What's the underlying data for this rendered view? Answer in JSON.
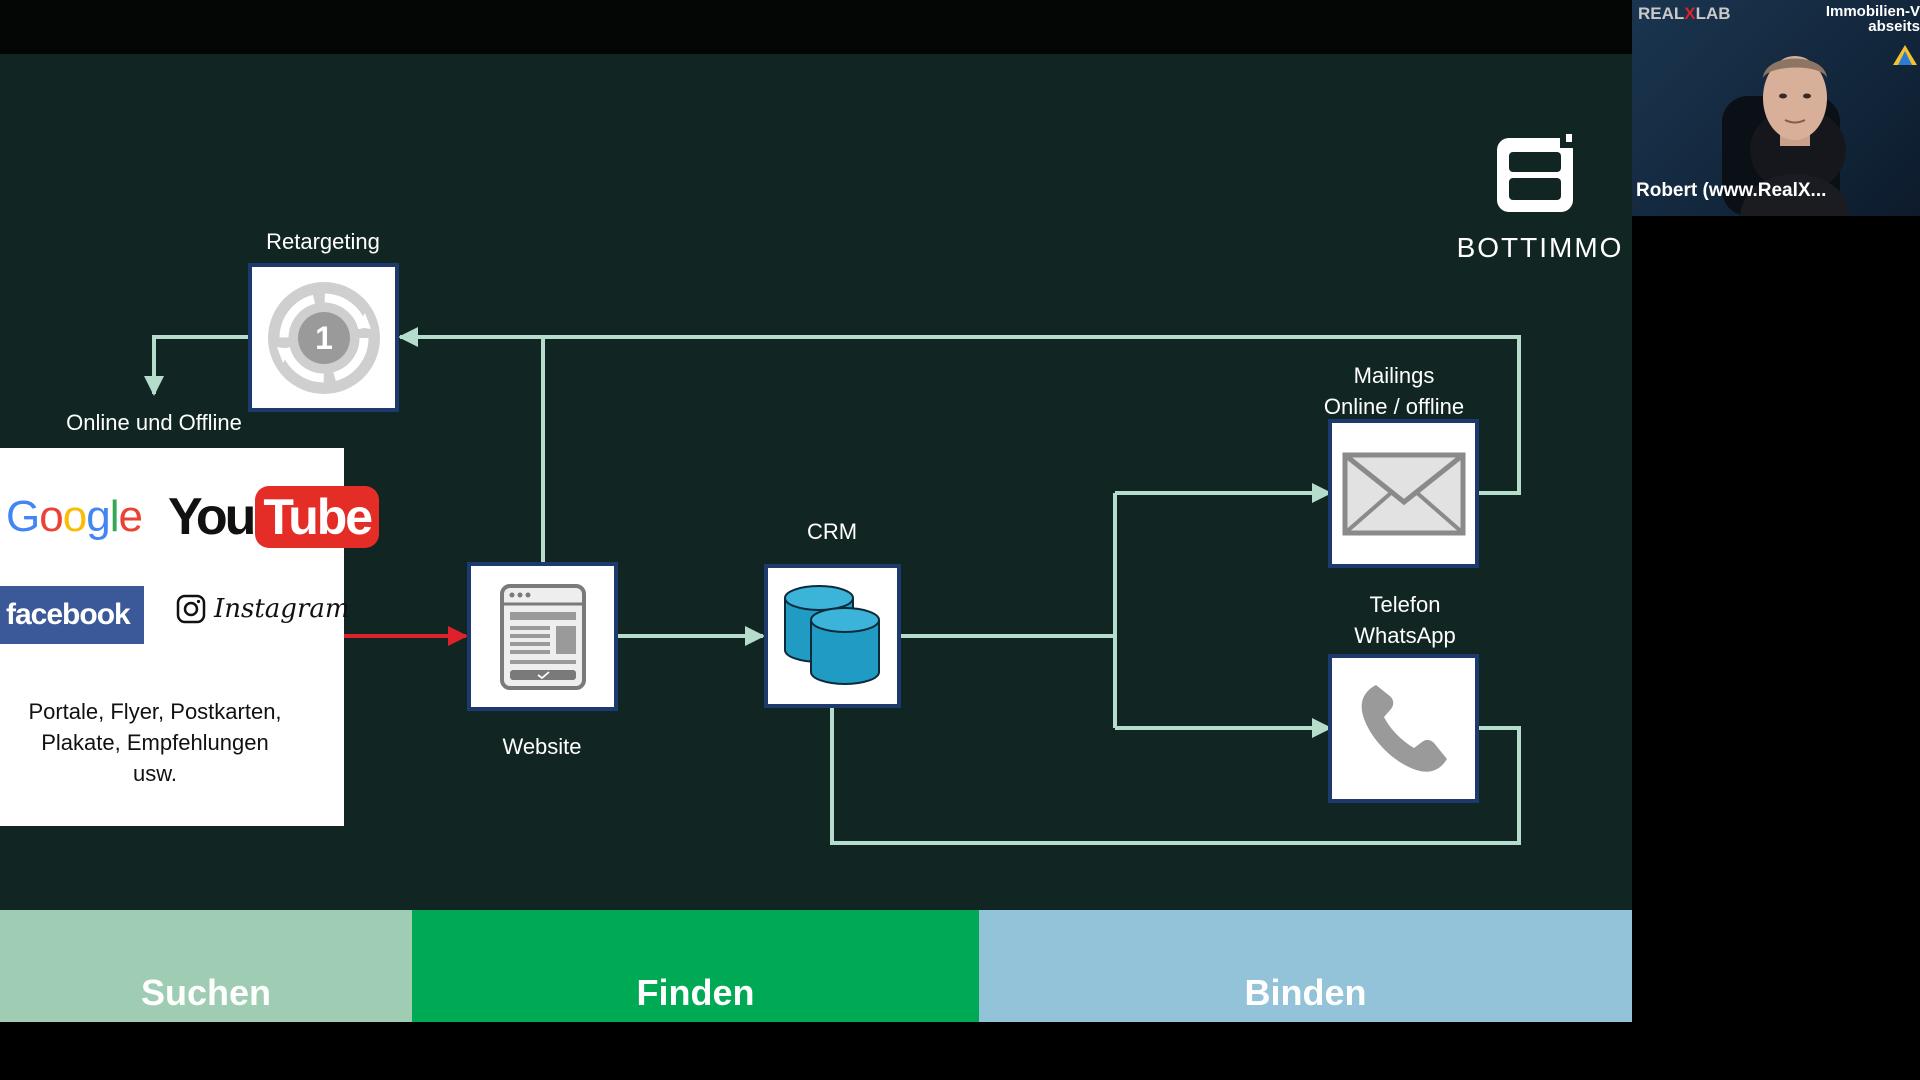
{
  "slide": {
    "logo_text": "BOTTIMMO",
    "nodes": {
      "retargeting": "Retargeting",
      "online_offline": "Online und Offline",
      "website": "Website",
      "crm": "CRM",
      "mailings_line1": "Mailings",
      "mailings_line2": "Online / offline",
      "telefon_line1": "Telefon",
      "telefon_line2": "WhatsApp",
      "retargeting_number": "1"
    },
    "channels": {
      "google": "Google",
      "youtube_you": "You",
      "youtube_tube": "Tube",
      "facebook": "facebook",
      "instagram": "Instagram",
      "offline_line1": "Portale, Flyer, Postkarten,",
      "offline_line2": "Plakate, Empfehlungen",
      "offline_line3": "usw."
    },
    "phases": {
      "suchen": "Suchen",
      "finden": "Finden",
      "binden": "Binden"
    }
  },
  "video": {
    "brand_prefix": "REAL",
    "brand_x": "X",
    "brand_suffix": "LAB",
    "title_line1": "Immobilien-V",
    "title_line2": "abseits",
    "participant_name": "Robert (www.RealX..."
  },
  "colors": {
    "slide_bg": "#112622",
    "connector": "#b6dccb",
    "arrow_red": "#e0202a",
    "node_border": "#1d3a6e",
    "crm_blue": "#1f9bc4",
    "suchen": "#9fcdb3",
    "finden": "#00aa55",
    "binden": "#93c3d8"
  }
}
